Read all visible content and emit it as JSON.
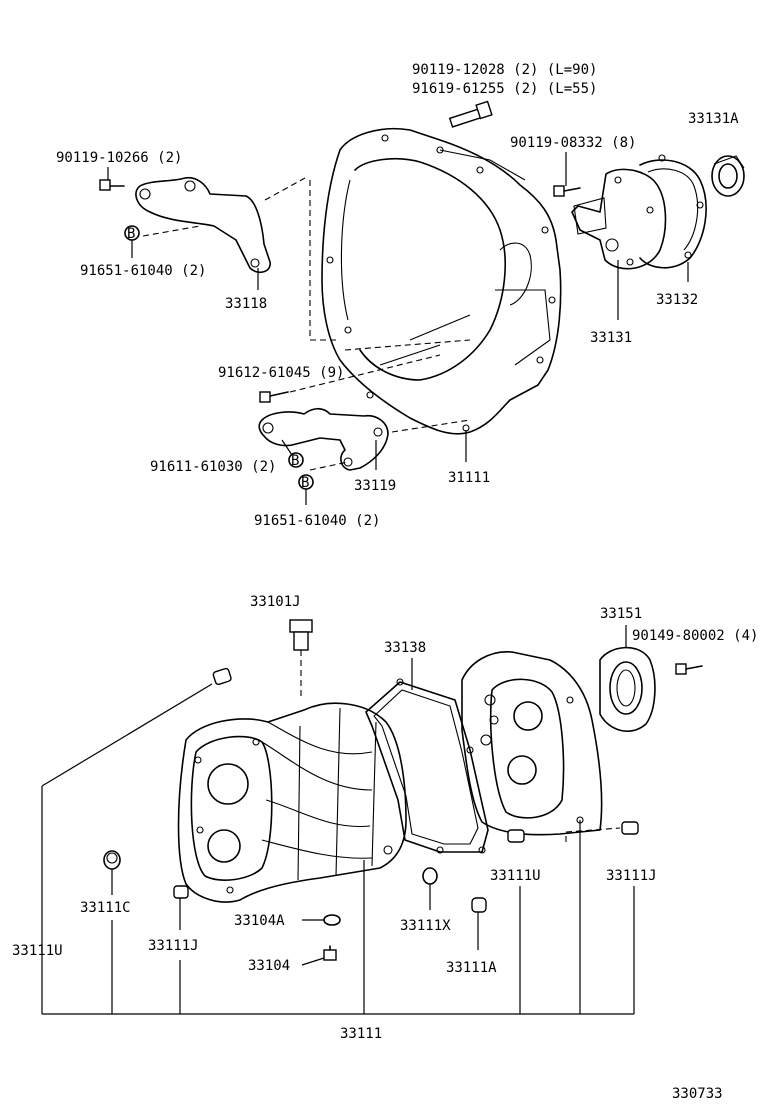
{
  "diagram_id": "330733",
  "labels": {
    "bolt_90119_12028": "90119-12028 (2) (L=90)",
    "bolt_91619_61255": "91619-61255 (2) (L=55)",
    "seal_33131a": "33131A",
    "bolt_90119_10266": "90119-10266 (2)",
    "bolt_90119_08332": "90119-08332 (8)",
    "washer_91651_61040_top": "91651-61040 (2)",
    "bracket_33118": "33118",
    "gasket_33132": "33132",
    "retainer_33131": "33131",
    "bolt_91612_61045": "91612-61045 (9)",
    "bolt_91611_61030": "91611-61030 (2)",
    "bracket_33119": "33119",
    "housing_31111": "31111",
    "washer_91651_61040_bottom": "91651-61040 (2)",
    "breather_33101j": "33101J",
    "retainer_33151": "33151",
    "bolt_90149_80002": "90149-80002 (4)",
    "gasket_33138": "33138",
    "plug_33111c": "33111C",
    "pin_33111u_left": "33111U",
    "pin_33111j_left": "33111J",
    "gasket_33104a": "33104A",
    "plug_33104": "33104",
    "plug_33111x": "33111X",
    "plug_33111a": "33111A",
    "pin_33111u_right": "33111U",
    "pin_33111j_right": "33111J",
    "case_33111": "33111"
  },
  "washer_marker": "B"
}
